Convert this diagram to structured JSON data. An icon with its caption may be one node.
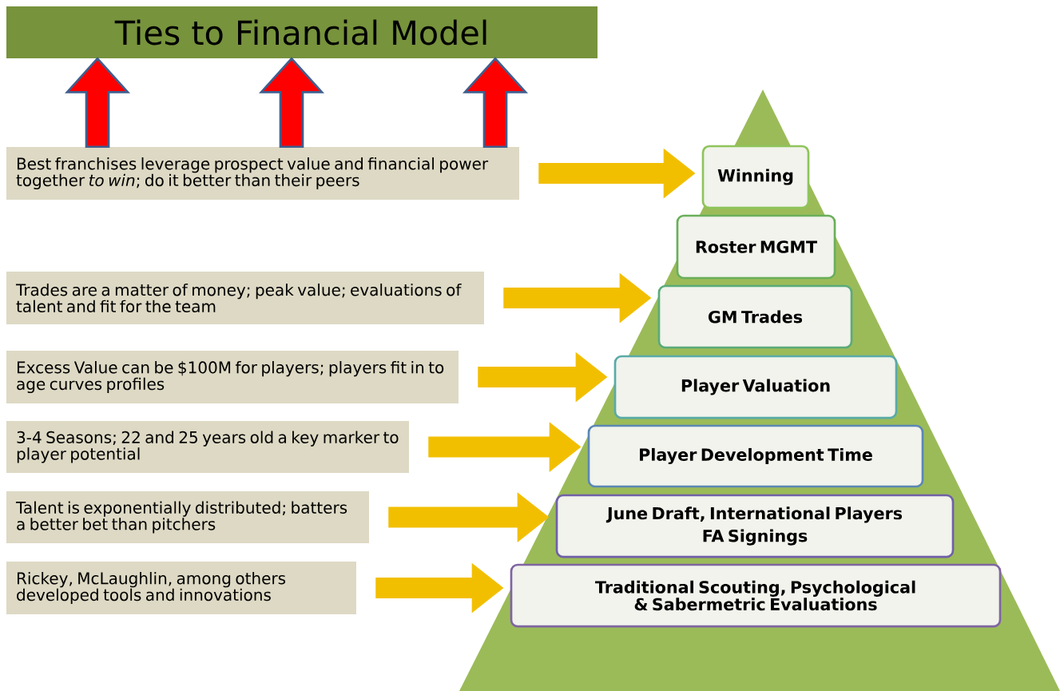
{
  "diagram": {
    "nodes": [
      {
        "text": [
          "Ties to Financial Model"
        ]
      },
      {
        "text": [
          "Best franchises leverage prospect value and financial power together *to win*; do it better than their peers"
        ]
      },
      {
        "text": [
          "Trades are a matter of money; peak value; evaluations of talent and fit for the team"
        ]
      },
      {
        "text": [
          "Excess Value can be $100M for players; players fit in to age curves profiles"
        ]
      },
      {
        "text": [
          "3-4 Seasons; 22 and 25 years old a key marker to player potential"
        ]
      },
      {
        "text": [
          "Talent is exponentially distributed; batters a better bet than pitchers"
        ]
      },
      {
        "text": [
          "Rickey, McLaughlin, among others developed tools and innovations"
        ]
      },
      {
        "text": [
          "Winning"
        ]
      },
      {
        "text": [
          "Roster MGMT"
        ]
      },
      {
        "text": [
          "GM Trades"
        ]
      },
      {
        "text": [
          "Player Valuation"
        ]
      },
      {
        "text": [
          "Player Development Time"
        ]
      },
      {
        "text": [
          "June Draft, International Players",
          "FA Signings"
        ]
      },
      {
        "text": [
          "Traditional Scouting, Psychological & Sabermetric Evaluations"
        ]
      }
    ],
    "edges": [
      {
        "from": 1,
        "to": 0,
        "arrow": "to",
        "color": "#ff0000"
      },
      {
        "from": 1,
        "to": 0,
        "arrow": "to",
        "color": "#ff0000"
      },
      {
        "from": 1,
        "to": 0,
        "arrow": "to",
        "color": "#ff0000"
      },
      {
        "from": 1,
        "to": 7,
        "arrow": "to"
      },
      {
        "from": 2,
        "to": 9,
        "arrow": "to"
      },
      {
        "from": 3,
        "to": 10,
        "arrow": "to"
      },
      {
        "from": 4,
        "to": 11,
        "arrow": "to"
      },
      {
        "from": 5,
        "to": 12,
        "arrow": "to"
      },
      {
        "from": 6,
        "to": 13,
        "arrow": "to"
      }
    ]
  }
}
